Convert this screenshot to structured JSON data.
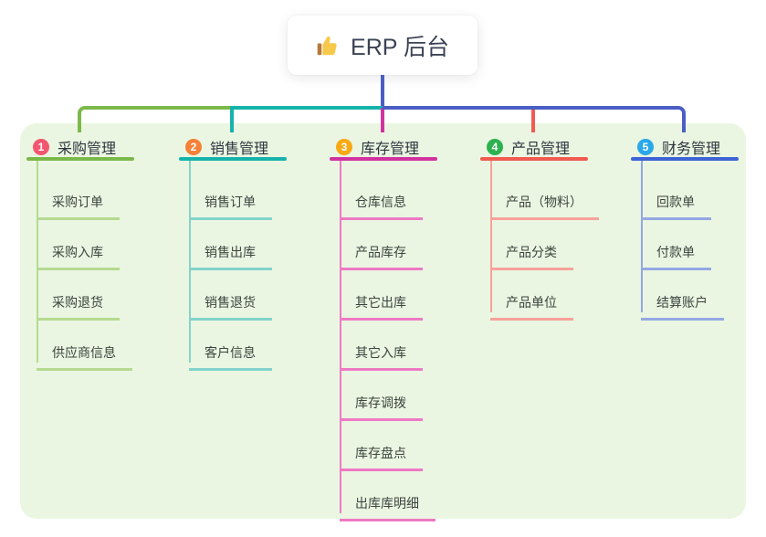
{
  "root": {
    "label": "ERP 后台",
    "icon": "thumbs-up"
  },
  "colors": {
    "page_bg": "#ffffff",
    "panel_bg": "#eaf6e2",
    "root_line": "#4a5ec4",
    "root_text": "#3b4254",
    "branch_title_text": "#2f3640",
    "child_text": "#3c443e"
  },
  "branches": [
    {
      "index": "1",
      "label": "采购管理",
      "badge_color": "#f4566f",
      "color": "#7cb94b",
      "lite": "#b6da90",
      "children": [
        "采购订单",
        "采购入库",
        "采购退货",
        "供应商信息"
      ]
    },
    {
      "index": "2",
      "label": "销售管理",
      "badge_color": "#f58038",
      "color": "#16b3ab",
      "lite": "#83d3cc",
      "children": [
        "销售订单",
        "销售出库",
        "销售退货",
        "客户信息"
      ]
    },
    {
      "index": "3",
      "label": "库存管理",
      "badge_color": "#f8a915",
      "color": "#d232a0",
      "lite": "#ef79c3",
      "children": [
        "仓库信息",
        "产品库存",
        "其它出库",
        "其它入库",
        "库存调拨",
        "库存盘点",
        "出库库明细"
      ]
    },
    {
      "index": "4",
      "label": "产品管理",
      "badge_color": "#2eb150",
      "color": "#f25a50",
      "lite": "#f7a29a",
      "children": [
        "产品（物料）",
        "产品分类",
        "产品单位"
      ]
    },
    {
      "index": "5",
      "label": "财务管理",
      "badge_color": "#2aa8e8",
      "color": "#3d63d6",
      "lite": "#93a8e2",
      "children": [
        "回款单",
        "付款单",
        "结算账户"
      ]
    }
  ]
}
